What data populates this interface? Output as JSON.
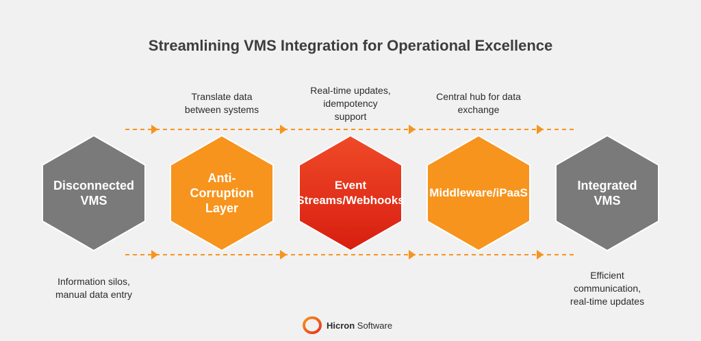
{
  "title": "Streamlining VMS Integration for Operational Excellence",
  "nodes": [
    {
      "label": "Disconnected\nVMS",
      "color": "#7a7a7a"
    },
    {
      "label": "Anti-\nCorruption\nLayer",
      "color": "#f7941d"
    },
    {
      "label": "Event\nStreams/Webhooks",
      "color": "#e8321e"
    },
    {
      "label": "Middleware/iPaaS",
      "color": "#f7941d"
    },
    {
      "label": "Integrated\nVMS",
      "color": "#7a7a7a"
    }
  ],
  "top_captions": [
    "Translate data\nbetween systems",
    "Real-time updates,\nidempotency\nsupport",
    "Central hub for data\nexchange"
  ],
  "bottom_captions": [
    "Information silos,\nmanual data entry",
    "Efficient\ncommunication,\nreal-time updates"
  ],
  "brand": {
    "name_bold": "Hicron",
    "name_rest": " Software"
  },
  "colors": {
    "arrow": "#f7941d",
    "gray": "#7a7a7a",
    "orange": "#f7941d",
    "red": "#e8321e"
  }
}
